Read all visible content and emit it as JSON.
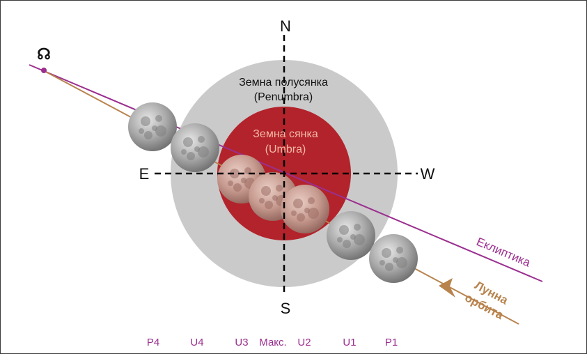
{
  "directions": {
    "north": "N",
    "south": "S",
    "east": "E",
    "west": "W"
  },
  "node_symbol": "☊",
  "penumbra": {
    "line1": "Земна полусянка",
    "line2": "(Penumbra)"
  },
  "umbra": {
    "line1": "Земна сянка",
    "line2": "(Umbra)"
  },
  "ecliptic_label": "Еклиптика",
  "orbit_label": {
    "line1": "Лунна",
    "line2": "орбита"
  },
  "phases": [
    "P4",
    "U4",
    "U3",
    "Макс.",
    "U2",
    "U1",
    "P1"
  ],
  "colors": {
    "penumbra": "#cbcacb",
    "umbra": "#b3232b",
    "ecliptic": "#9b2f8f",
    "orbit": "#b8834d",
    "umbra_text": "#f3b9a4",
    "phase_text": "#9b2f8f",
    "moon_normal": "#a9a9a9",
    "moon_eclipsed": "#c79a8f"
  },
  "moons": [
    {
      "phase": "P4",
      "state": "normal"
    },
    {
      "phase": "U4",
      "state": "normal"
    },
    {
      "phase": "U3",
      "state": "eclipsed"
    },
    {
      "phase": "Макс.",
      "state": "eclipsed"
    },
    {
      "phase": "U2",
      "state": "eclipsed"
    },
    {
      "phase": "U1",
      "state": "normal"
    },
    {
      "phase": "P1",
      "state": "normal"
    }
  ]
}
